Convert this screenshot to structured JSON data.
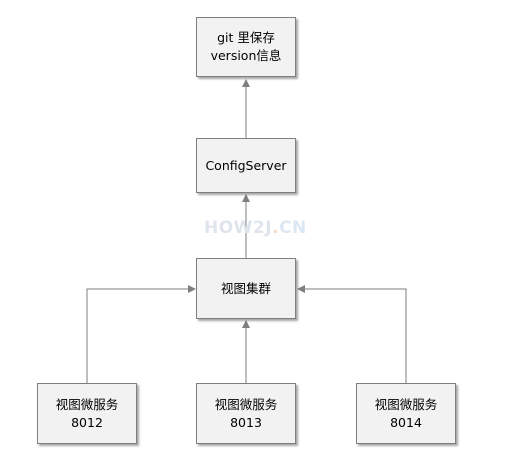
{
  "diagram": {
    "nodes": {
      "git_store": {
        "line1": "git 里保存",
        "line2": "version信息"
      },
      "config_server": {
        "line1": "ConfigServer"
      },
      "view_cluster": {
        "line1": "视图集群"
      },
      "service_8012": {
        "line1": "视图微服务",
        "line2": "8012"
      },
      "service_8013": {
        "line1": "视图微服务",
        "line2": "8013"
      },
      "service_8014": {
        "line1": "视图微服务",
        "line2": "8014"
      }
    },
    "edges": [
      {
        "from": "config_server",
        "to": "git_store"
      },
      {
        "from": "view_cluster",
        "to": "config_server"
      },
      {
        "from": "service_8012",
        "to": "view_cluster"
      },
      {
        "from": "service_8013",
        "to": "view_cluster"
      },
      {
        "from": "service_8014",
        "to": "view_cluster"
      }
    ],
    "colors": {
      "node_fill": "#f2f2f2",
      "node_border": "#7f7f7f",
      "connector": "#7f7f7f"
    }
  },
  "watermark": {
    "main": "HOW2J",
    "dot": ".",
    "tail": "CN"
  }
}
